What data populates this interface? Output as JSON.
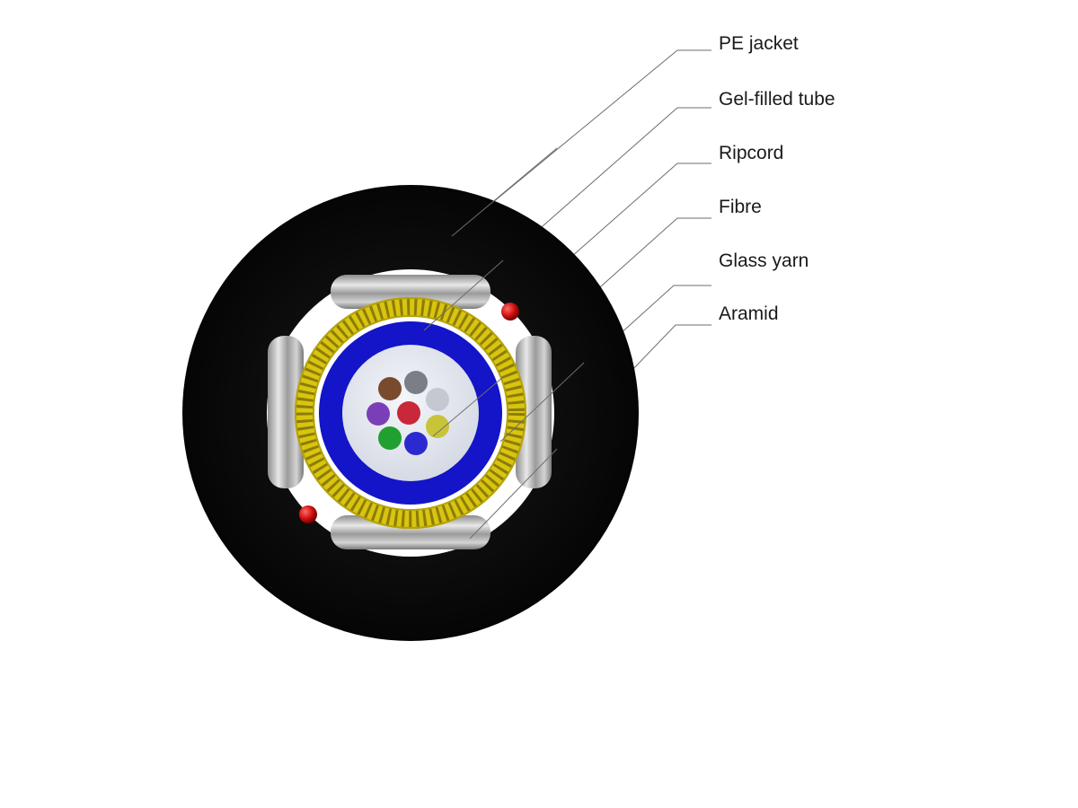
{
  "diagram": {
    "labels": [
      {
        "id": "pe-jacket",
        "text": "PE jacket"
      },
      {
        "id": "gel-filled-tube",
        "text": "Gel-filled tube"
      },
      {
        "id": "ripcord",
        "text": "Ripcord"
      },
      {
        "id": "fibre",
        "text": "Fibre"
      },
      {
        "id": "glass-yarn",
        "text": "Glass yarn"
      },
      {
        "id": "aramid",
        "text": "Aramid"
      }
    ]
  },
  "colors": {
    "jacket": "#0b0b0b",
    "tube": "#1414c8",
    "gel": "#e2e6ee",
    "ripcord": "#d01010",
    "aramid": "#d9c410",
    "glass_yarn": "#b8b8b8",
    "fibres": [
      "#7a4a2e",
      "#7b7e86",
      "#c4c8d0",
      "#7a3fb8",
      "#c8283a",
      "#c8c43a",
      "#20a030",
      "#2a2ad0"
    ]
  }
}
